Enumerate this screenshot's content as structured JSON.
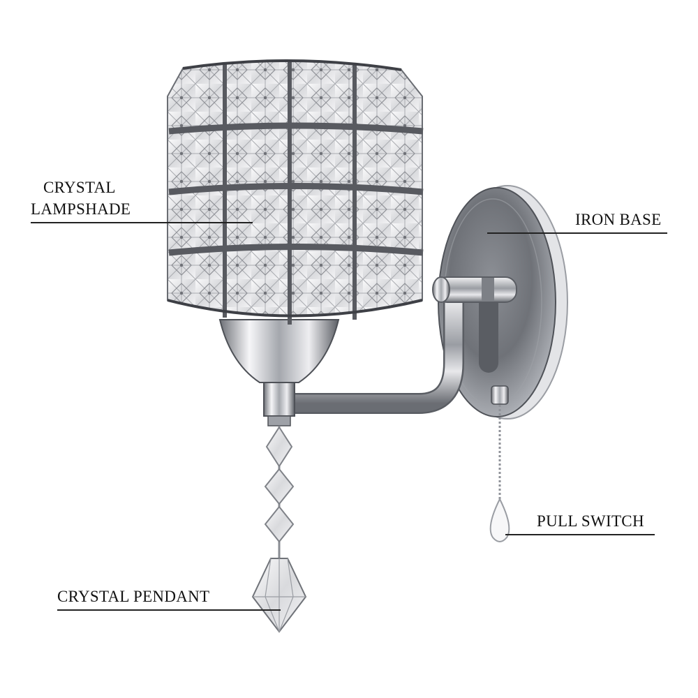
{
  "callouts": {
    "lampshade": {
      "line1": "CRYSTAL",
      "line2": "LAMPSHADE"
    },
    "base": {
      "text": "IRON BASE"
    },
    "switch": {
      "text": "PULL SWITCH"
    },
    "pendant": {
      "text": "CRYSTAL PENDANT"
    }
  },
  "colors": {
    "label_text": "#111111",
    "leader_line": "#222222",
    "chrome_light": "#f4f4f6",
    "chrome_mid": "#b9bcc2",
    "chrome_dark": "#54575d",
    "crystal_band": "#585a60"
  }
}
